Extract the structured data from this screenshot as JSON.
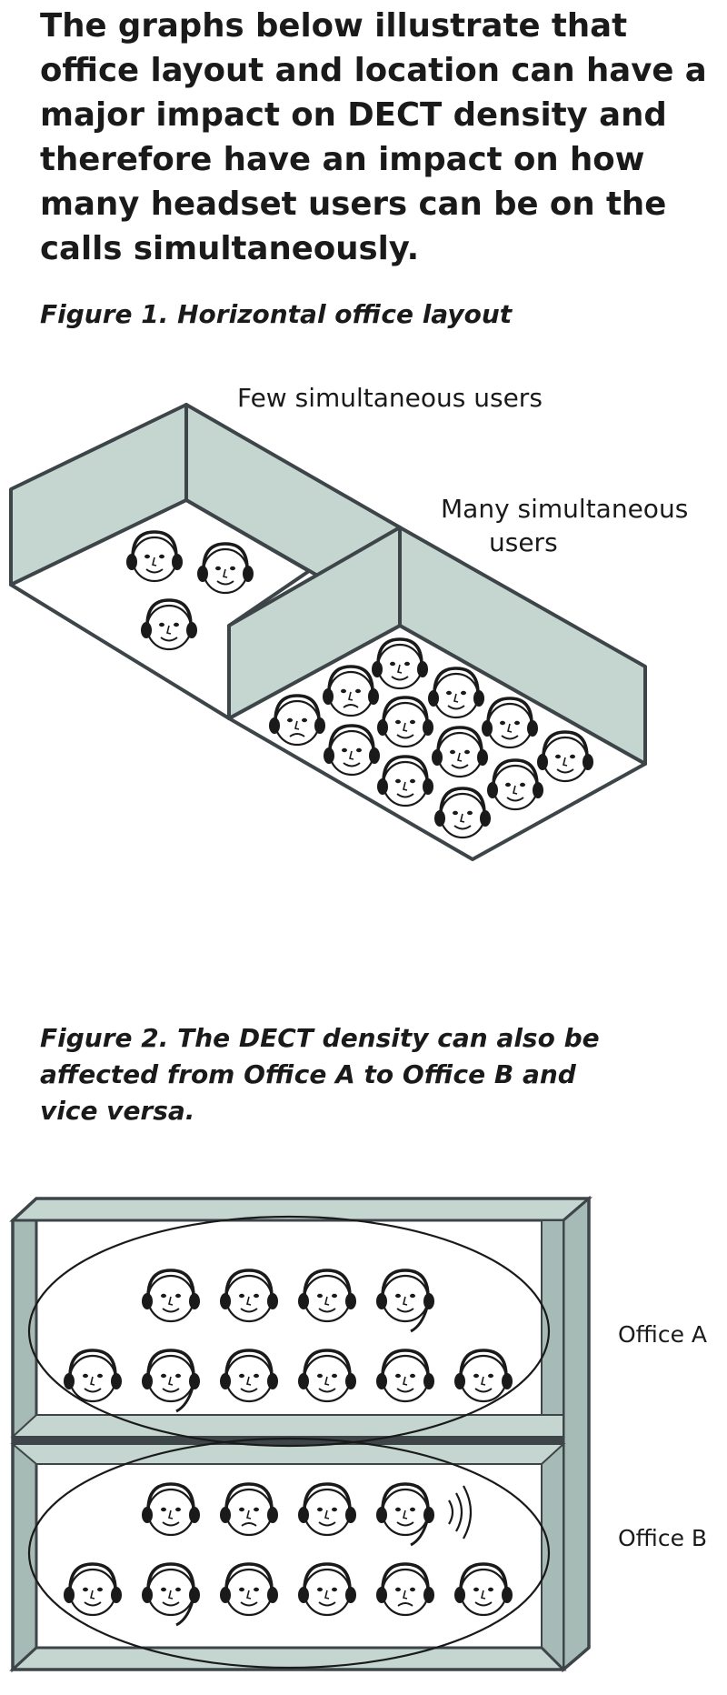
{
  "intro": "The graphs below illustrate that office layout and location can have a major impact on DECT density and therefore have an impact on how many headset users can be on the calls simultaneously.",
  "figure1": {
    "caption": "Figure 1. Horizontal office layout",
    "label_few": "Few simultaneous users",
    "label_many_line1": "Many simultaneous",
    "label_many_line2": "users"
  },
  "figure2": {
    "caption": "Figure 2. The DECT density can also be affected from Office A to Office B and vice versa.",
    "label_office_a": "Office A",
    "label_office_b": "Office B"
  },
  "colors": {
    "wall": "#c5d6d1",
    "wall_dark": "#a7bbb6",
    "outline": "#3d4549",
    "floor": "#ffffff"
  },
  "icons": {
    "head": "headset-user-icon",
    "signal": "signal-waves-icon"
  }
}
